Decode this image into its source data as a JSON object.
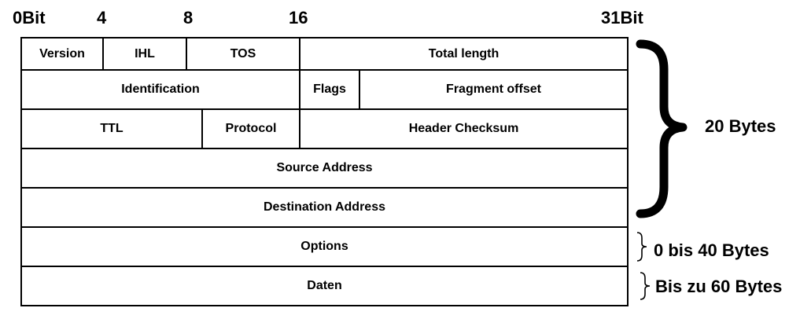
{
  "bit_labels": {
    "bit0": "0Bit",
    "bit4": "4",
    "bit8": "8",
    "bit16": "16",
    "bit31": "31Bit"
  },
  "header": {
    "row1": {
      "version": "Version",
      "ihl": "IHL",
      "tos": "TOS",
      "total_length": "Total length"
    },
    "row2": {
      "identification": "Identification",
      "flags": "Flags",
      "fragment_offset": "Fragment offset"
    },
    "row3": {
      "ttl": "TTL",
      "protocol": "Protocol",
      "header_checksum": "Header Checksum"
    },
    "row4": {
      "source_address": "Source Address"
    },
    "row5": {
      "destination_address": "Destination Address"
    },
    "row6": {
      "options": "Options"
    },
    "row7": {
      "data": "Daten"
    }
  },
  "sizes": {
    "header_size": "20 Bytes",
    "options_size": "0 bis 40 Bytes",
    "data_size": "Bis zu 60 Bytes"
  }
}
